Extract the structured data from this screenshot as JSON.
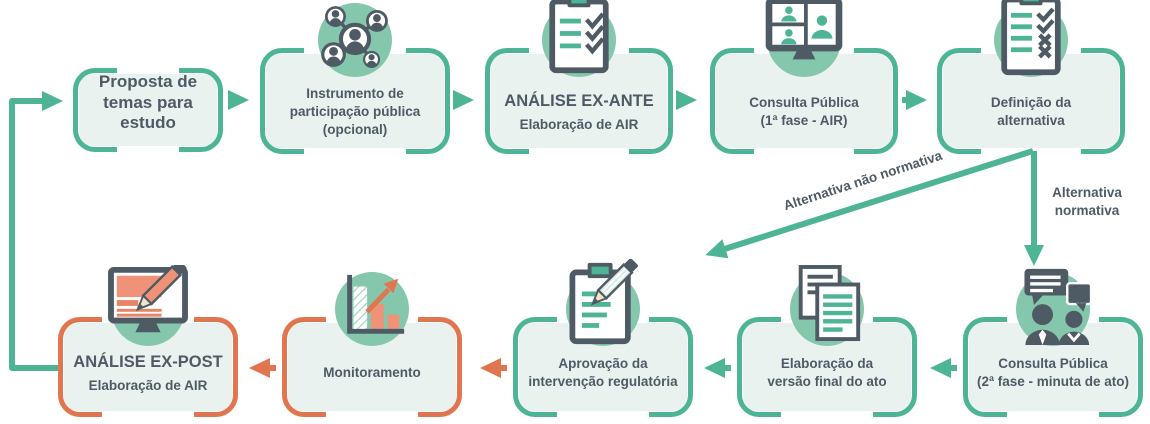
{
  "boxes": {
    "proposta": {
      "label": "Proposta de\ntemas para\nestudo"
    },
    "instrumento": {
      "label": "Instrumento de\nparticipação pública\n(opcional)",
      "icon": "people-network-icon"
    },
    "ex_ante": {
      "title": "ANÁLISE EX-ANTE",
      "subtitle": "Elaboração de AIR",
      "icon": "clipboard-checklist-icon"
    },
    "consulta_1": {
      "label": "Consulta Pública\n(1ª fase - AIR)",
      "icon": "video-conference-icon"
    },
    "definicao": {
      "label": "Definição da\nalternativa",
      "icon": "clipboard-check-x-icon"
    },
    "consulta_2": {
      "label": "Consulta Pública\n(2ª fase - minuta de ato)",
      "icon": "people-chat-icon"
    },
    "elaboracao": {
      "label": "Elaboração da\nversão final do ato",
      "icon": "documents-icon"
    },
    "aprovacao": {
      "label": "Aprovação da\nintervenção regulatória",
      "icon": "clipboard-pencil-icon"
    },
    "monitoramento": {
      "label": "Monitoramento",
      "icon": "bar-chart-trend-icon"
    },
    "ex_post": {
      "title": "ANÁLISE EX-POST",
      "subtitle": "Elaboração de AIR",
      "icon": "monitor-pencil-icon"
    }
  },
  "branches": {
    "non_normative": {
      "label": "Alternativa não normativa"
    },
    "normative": {
      "label": "Alternativa\nnormativa"
    }
  },
  "colors": {
    "teal": "#4eb496",
    "orange": "#e0764f",
    "box_fill": "#e9f2ef",
    "icon_circle": "#85c7ac",
    "text_dark": "#4e5a64",
    "bar_salmon": "#ef9277"
  }
}
